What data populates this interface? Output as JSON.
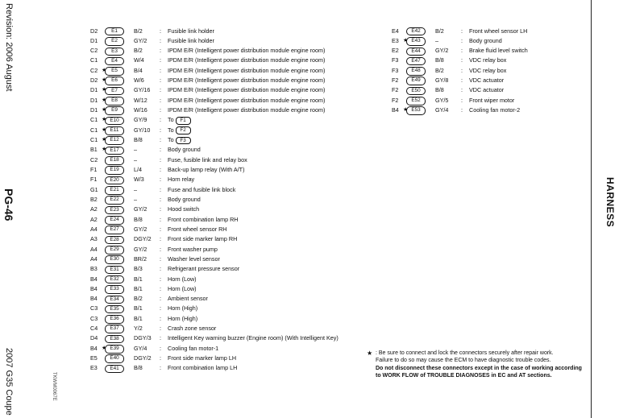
{
  "sidebar": {
    "revision": "Revision: 2006 August",
    "page_number": "PG-46",
    "model": "2007 G35 Coupe",
    "figure_code": "TKWM0067E"
  },
  "section_tab": "HARNESS",
  "connectors_left": [
    {
      "grid": "D2",
      "star": false,
      "conn": "E1",
      "color": "B/2",
      "name": "Fusible link holder"
    },
    {
      "grid": "D1",
      "star": false,
      "conn": "E2",
      "color": "GY/2",
      "name": "Fusible link holder"
    },
    {
      "grid": "C2",
      "star": false,
      "conn": "E3",
      "color": "B/2",
      "name": "IPDM E/R (Intelligent power distribution module engine room)"
    },
    {
      "grid": "C1",
      "star": false,
      "conn": "E4",
      "color": "W/4",
      "name": "IPDM E/R (Intelligent power distribution module engine room)"
    },
    {
      "grid": "C2",
      "star": true,
      "conn": "E5",
      "color": "B/4",
      "name": "IPDM E/R (Intelligent power distribution module engine room)"
    },
    {
      "grid": "D2",
      "star": true,
      "conn": "E6",
      "color": "W/6",
      "name": "IPDM E/R (Intelligent power distribution module engine room)"
    },
    {
      "grid": "D1",
      "star": true,
      "conn": "E7",
      "color": "GY/16",
      "name": "IPDM E/R (Intelligent power distribution module engine room)"
    },
    {
      "grid": "D1",
      "star": true,
      "conn": "E8",
      "color": "W/12",
      "name": "IPDM E/R (Intelligent power distribution module engine room)"
    },
    {
      "grid": "D1",
      "star": true,
      "conn": "E9",
      "color": "W/16",
      "name": "IPDM E/R (Intelligent power distribution module engine room)"
    },
    {
      "grid": "C1",
      "star": true,
      "conn": "E10",
      "color": "GY/9",
      "name": "To",
      "ref": "F1"
    },
    {
      "grid": "C1",
      "star": true,
      "conn": "E11",
      "color": "GY/10",
      "name": "To",
      "ref": "F2"
    },
    {
      "grid": "C1",
      "star": true,
      "conn": "E12",
      "color": "B/8",
      "name": "To",
      "ref": "F3"
    },
    {
      "grid": "B1",
      "star": true,
      "conn": "E17",
      "color": "–",
      "name": "Body ground"
    },
    {
      "grid": "C2",
      "star": false,
      "conn": "E18",
      "color": "–",
      "name": "Fuse, fusible link and relay box"
    },
    {
      "grid": "F1",
      "star": false,
      "conn": "E19",
      "color": "L/4",
      "name": "Back-up lamp relay (With A/T)"
    },
    {
      "grid": "F1",
      "star": false,
      "conn": "E20",
      "color": "W/3",
      "name": "Horn relay"
    },
    {
      "grid": "G1",
      "star": false,
      "conn": "E21",
      "color": "–",
      "name": "Fuse and fusible link block"
    },
    {
      "grid": "B2",
      "star": false,
      "conn": "E22",
      "color": "–",
      "name": "Body ground"
    },
    {
      "grid": "A2",
      "star": false,
      "conn": "E23",
      "color": "GY/2",
      "name": "Hood switch"
    },
    {
      "grid": "A2",
      "star": false,
      "conn": "E24",
      "color": "B/8",
      "name": "Front combination lamp RH"
    },
    {
      "grid": "A4",
      "star": false,
      "conn": "E27",
      "color": "GY/2",
      "name": "Front wheel sensor RH"
    },
    {
      "grid": "A3",
      "star": false,
      "conn": "E28",
      "color": "DGY/2",
      "name": "Front side marker lamp RH"
    },
    {
      "grid": "A4",
      "star": false,
      "conn": "E29",
      "color": "GY/2",
      "name": "Front washer pump"
    },
    {
      "grid": "A4",
      "star": false,
      "conn": "E30",
      "color": "BR/2",
      "name": "Washer level sensor"
    },
    {
      "grid": "B3",
      "star": false,
      "conn": "E31",
      "color": "B/3",
      "name": "Refrigerant pressure sensor"
    },
    {
      "grid": "B4",
      "star": false,
      "conn": "E32",
      "color": "B/1",
      "name": "Horn (Low)"
    },
    {
      "grid": "B4",
      "star": false,
      "conn": "E33",
      "color": "B/1",
      "name": "Horn (Low)"
    },
    {
      "grid": "B4",
      "star": false,
      "conn": "E34",
      "color": "B/2",
      "name": "Ambient sensor"
    },
    {
      "grid": "C3",
      "star": false,
      "conn": "E35",
      "color": "B/1",
      "name": "Horn (High)"
    },
    {
      "grid": "C3",
      "star": false,
      "conn": "E36",
      "color": "B/1",
      "name": "Horn (High)"
    },
    {
      "grid": "C4",
      "star": false,
      "conn": "E37",
      "color": "Y/2",
      "name": "Crash zone sensor"
    },
    {
      "grid": "D4",
      "star": false,
      "conn": "E38",
      "color": "DGY/3",
      "name": "Intelligent Key warning buzzer (Engine room) (With Intelligent Key)"
    },
    {
      "grid": "B4",
      "star": true,
      "conn": "E39",
      "color": "GY/4",
      "name": "Cooling fan motor-1"
    },
    {
      "grid": "E5",
      "star": false,
      "conn": "E40",
      "color": "DGY/2",
      "name": "Front side marker lamp LH"
    },
    {
      "grid": "E3",
      "star": false,
      "conn": "E41",
      "color": "B/8",
      "name": "Front combination lamp LH"
    }
  ],
  "connectors_right": [
    {
      "grid": "E4",
      "star": false,
      "conn": "E42",
      "color": "B/2",
      "name": "Front wheel sensor LH"
    },
    {
      "grid": "E3",
      "star": true,
      "conn": "E43",
      "color": "–",
      "name": "Body ground"
    },
    {
      "grid": "E2",
      "star": false,
      "conn": "E44",
      "color": "GY/2",
      "name": "Brake fluid level switch"
    },
    {
      "grid": "F3",
      "star": false,
      "conn": "E47",
      "color": "B/8",
      "name": "VDC relay box"
    },
    {
      "grid": "F3",
      "star": false,
      "conn": "E48",
      "color": "B/2",
      "name": "VDC relay box"
    },
    {
      "grid": "F2",
      "star": false,
      "conn": "E49",
      "color": "GY/8",
      "name": "VDC actuator"
    },
    {
      "grid": "F2",
      "star": false,
      "conn": "E50",
      "color": "B/8",
      "name": "VDC actuator"
    },
    {
      "grid": "F2",
      "star": false,
      "conn": "E52",
      "color": "GY/5",
      "name": "Front wiper motor"
    },
    {
      "grid": "B4",
      "star": true,
      "conn": "E53",
      "color": "GY/4",
      "name": "Cooling fan motor-2"
    }
  ],
  "note": {
    "star": "★",
    "line1": ": Be sure to connect and lock the connectors securely after repair work.",
    "line2": "Failure to do so may cause the ECM to have diagnostic trouble codes.",
    "bold": "Do not disconnect these connectors except in the case of working according to WORK FLOW of TROUBLE DIAGNOSES in EC and AT sections."
  }
}
